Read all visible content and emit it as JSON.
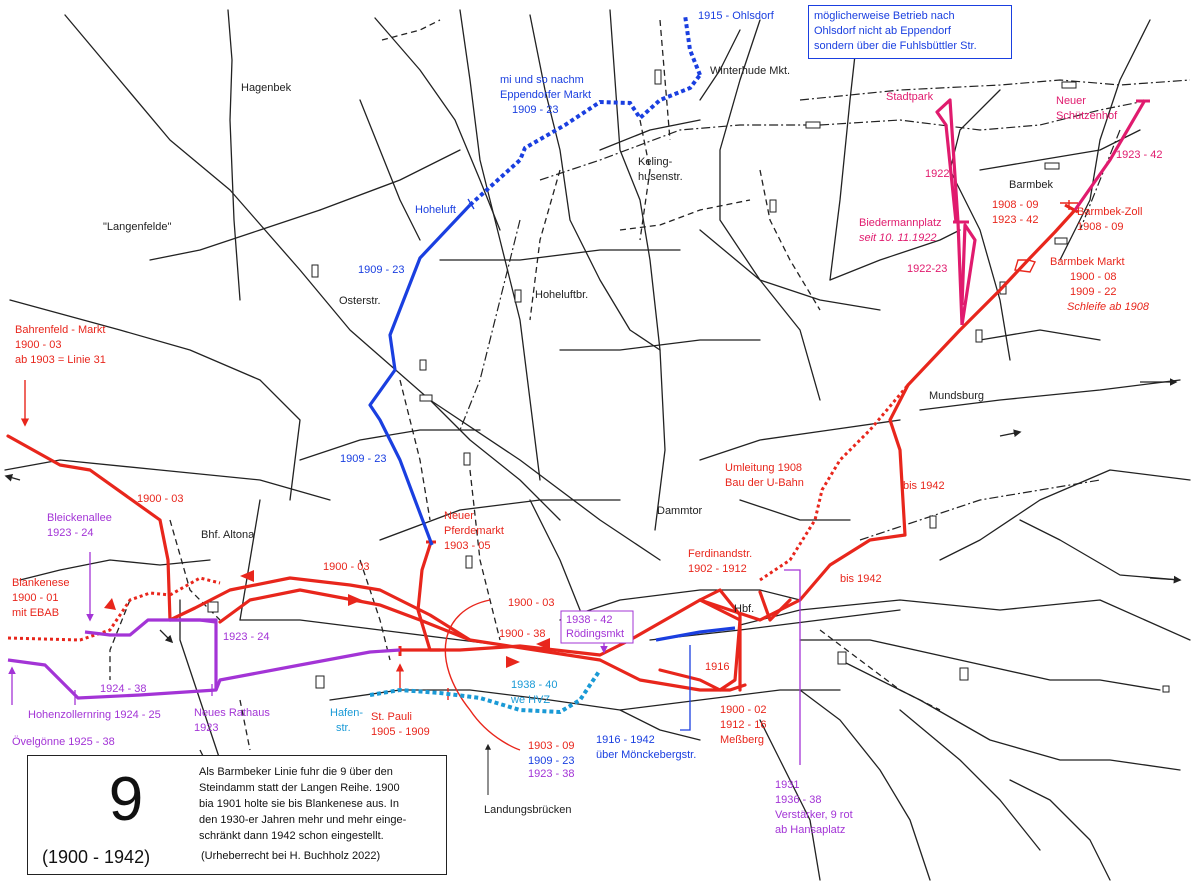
{
  "colors": {
    "base_network": "#222222",
    "line_red": "#e8261c",
    "line_blue": "#1a3fe0",
    "line_purple": "#a334d6",
    "line_pink": "#e01b6e",
    "line_cyan": "#1a9ad6"
  },
  "info_box": {
    "number": "9",
    "years": "(1900 - 1942)",
    "description": [
      "Als Barmbeker Linie fuhr die 9 über den",
      "Steindamm statt der Langen Reihe. 1900",
      "bia 1901 holte sie bis Blankenese aus. In",
      "den 1930-er Jahren mehr und mehr einge-",
      "schränkt dann 1942 schon eingestellt."
    ],
    "copyright": "(Urheberrecht bei H. Buchholz 2022)"
  },
  "note_box": [
    "möglicherweise Betrieb nach",
    "Ohlsdorf nicht ab Eppendorf",
    "sondern über die Fuhlsbüttler Str."
  ],
  "labels": {
    "black": {
      "hagenbek": "Hagenbek",
      "langenfelde": "\"Langenfelde\"",
      "osterstr": "Osterstr.",
      "hoheluftbr": "Hoheluftbr.",
      "kelinghusen_1": "Keling-",
      "kelinghusen_2": "husenstr.",
      "winterhude": "Winterhude Mkt.",
      "barmbek": "Barmbek",
      "mundsburg": "Mundsburg",
      "dammtor": "Dammtor",
      "bhf_altona": "Bhf. Altona",
      "hbf": "Hbf.",
      "landungsbruecken": "Landungsbrücken"
    },
    "red": {
      "bahrenfeld_1": "Bahrenfeld - Markt",
      "bahrenfeld_2": "1900 - 03",
      "bahrenfeld_3": "ab 1903 = Linie 31",
      "y1900_03_a": "1900 - 03",
      "y1900_03_b": "1900 - 03",
      "y1900_03_c": "1900 - 03",
      "blankenese_1": "Blankenese",
      "blankenese_2": "1900 - 01",
      "blankenese_3": "mit EBAB",
      "neuer_pferdemarkt_1": "Neuer",
      "neuer_pferdemarkt_2": "Pferdemarkt",
      "neuer_pferdemarkt_3": "1903 - 05",
      "y1900_38": "1900 - 38",
      "stpauli_1": "St. Pauli",
      "stpauli_2": "1905 - 1909",
      "ferdinandstr_1": "Ferdinandstr.",
      "ferdinandstr_2": "1902 - 1912",
      "umleitung_1": "Umleitung 1908",
      "umleitung_2": "Bau der U-Bahn",
      "bis1942_a": "bis 1942",
      "bis1942_b": "bis 1942",
      "y1916": "1916",
      "messberg_1": "1900 - 02",
      "messberg_2": "1912 - 16",
      "messberg_3": "Meßberg",
      "barmbek_zoll_years_1": "1908 - 09",
      "barmbek_zoll_years_2": "1923 - 42",
      "barmbek_zoll_1": "Barmbek-Zoll",
      "barmbek_zoll_2": "1908 - 09",
      "barmbek_markt_1": "Barmbek Markt",
      "barmbek_markt_2": "1900 - 08",
      "barmbek_markt_3": "1909 - 22",
      "barmbek_markt_4": "Schleife ab 1908",
      "y1903_09": "1903 - 09"
    },
    "blue": {
      "ohlsdorf": "1915 - Ohlsdorf",
      "eppendorf_1": "mi und so nachm",
      "eppendorf_2": "Eppendorfer Markt",
      "eppendorf_3": "1909 - 23",
      "hoheluft": "Hoheluft",
      "y1909_23_a": "1909 - 23",
      "y1909_23_b": "1909 - 23",
      "y1909_23_c": "1909 - 23",
      "moenckeberg_1": "1916 - 1942",
      "moenckeberg_2": "über Mönckebergstr."
    },
    "purple": {
      "bleickenallee_1": "Bleickenallee",
      "bleickenallee_2": "1923 - 24",
      "y1923_24": "1923 - 24",
      "y1924_38": "1924 - 38",
      "hohenzollernring": "Hohenzollernring 1924 - 25",
      "oevelgoenne": "Övelgönne 1925 - 38",
      "neues_rathaus_1": "Neues Rathaus",
      "neues_rathaus_2": "1923",
      "roedingsmkt_1": "1938 - 42",
      "roedingsmkt_2": "Rödingsmkt",
      "y1923_38": "1923 - 38",
      "verstaerker_1": "1931",
      "verstaerker_2": "1936 - 38",
      "verstaerker_3": "Verstärker, 9 rot",
      "verstaerker_4": "ab Hansaplatz"
    },
    "pink": {
      "stadtpark": "Stadtpark",
      "neuer_schuetzenhof_1": "Neuer",
      "neuer_schuetzenhof_2": "Schützenhof",
      "y1922": "1922",
      "biedermannplatz": "Biedermannplatz",
      "seit": "seit 10. 11.1922",
      "y1922_23": "1922-23",
      "y1923_42": "1923 - 42"
    },
    "cyan": {
      "hafenstr_1": "Hafen-",
      "hafenstr_2": "str.",
      "hvz_1": "1938 - 40",
      "hvz_2": "we HVZ"
    }
  }
}
